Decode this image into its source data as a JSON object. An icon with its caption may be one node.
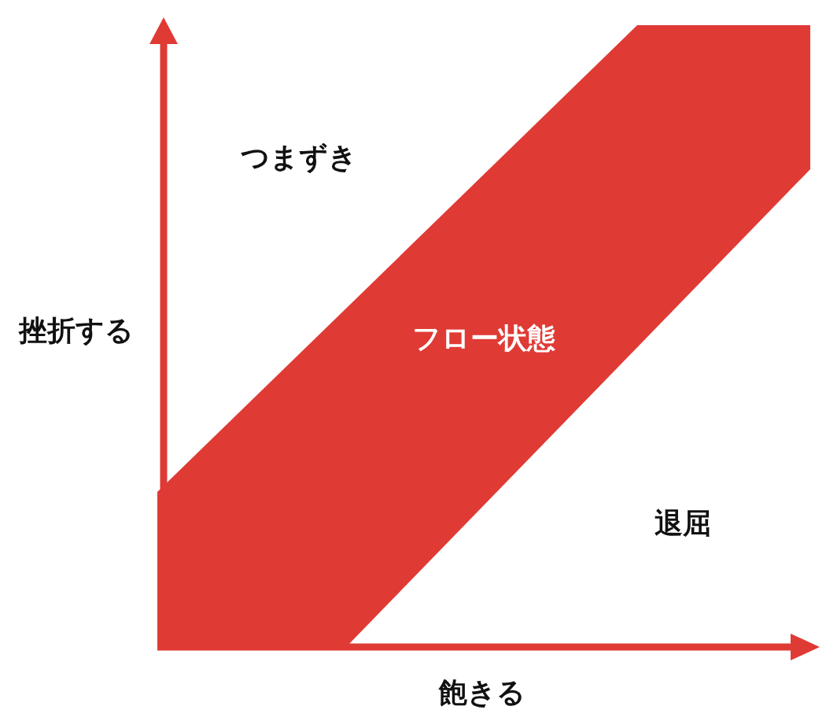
{
  "diagram": {
    "nodes": [
      {
        "text": [
          "フロー状態"
        ]
      }
    ],
    "labels": [
      "つまずき",
      "挫折する",
      "退屈",
      "飽きる"
    ]
  }
}
